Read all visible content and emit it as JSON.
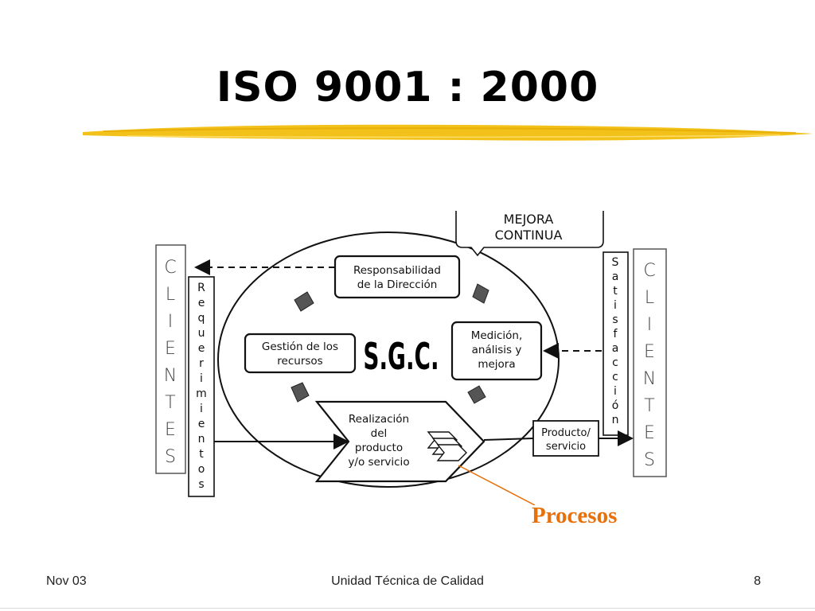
{
  "slide": {
    "title": "ISO 9001 : 2000",
    "accent_color": "#f2c21b",
    "annotation": "Procesos",
    "annotation_color": "#e8700a"
  },
  "diagram": {
    "improvement_label": [
      "MEJORA",
      "CONTINUA"
    ],
    "management": [
      "Responsabilidad",
      "de la Dirección"
    ],
    "resources": [
      "Gestión de los",
      "recursos"
    ],
    "measurement": [
      "Medición,",
      "análisis y",
      "mejora"
    ],
    "realization": [
      "Realización",
      "del",
      "producto",
      "y/o servicio"
    ],
    "product": [
      "Producto/",
      "servicio"
    ],
    "center": "S.G.C.",
    "clients_left": [
      "C",
      "L",
      "I",
      "E",
      "N",
      "T",
      "E",
      "S"
    ],
    "requirements": [
      "R",
      "e",
      "q",
      "u",
      "e",
      "r",
      "i",
      "m",
      "i",
      "e",
      "n",
      "t",
      "o",
      "s"
    ],
    "satisfaction": [
      "S",
      "a",
      "t",
      "i",
      "s",
      "f",
      "a",
      "c",
      "c",
      "i",
      "ó",
      "n"
    ],
    "clients_right": [
      "C",
      "L",
      "I",
      "E",
      "N",
      "T",
      "E",
      "S"
    ]
  },
  "footer": {
    "date": "Nov 03",
    "organization": "Unidad Técnica de Calidad",
    "page": "8"
  }
}
